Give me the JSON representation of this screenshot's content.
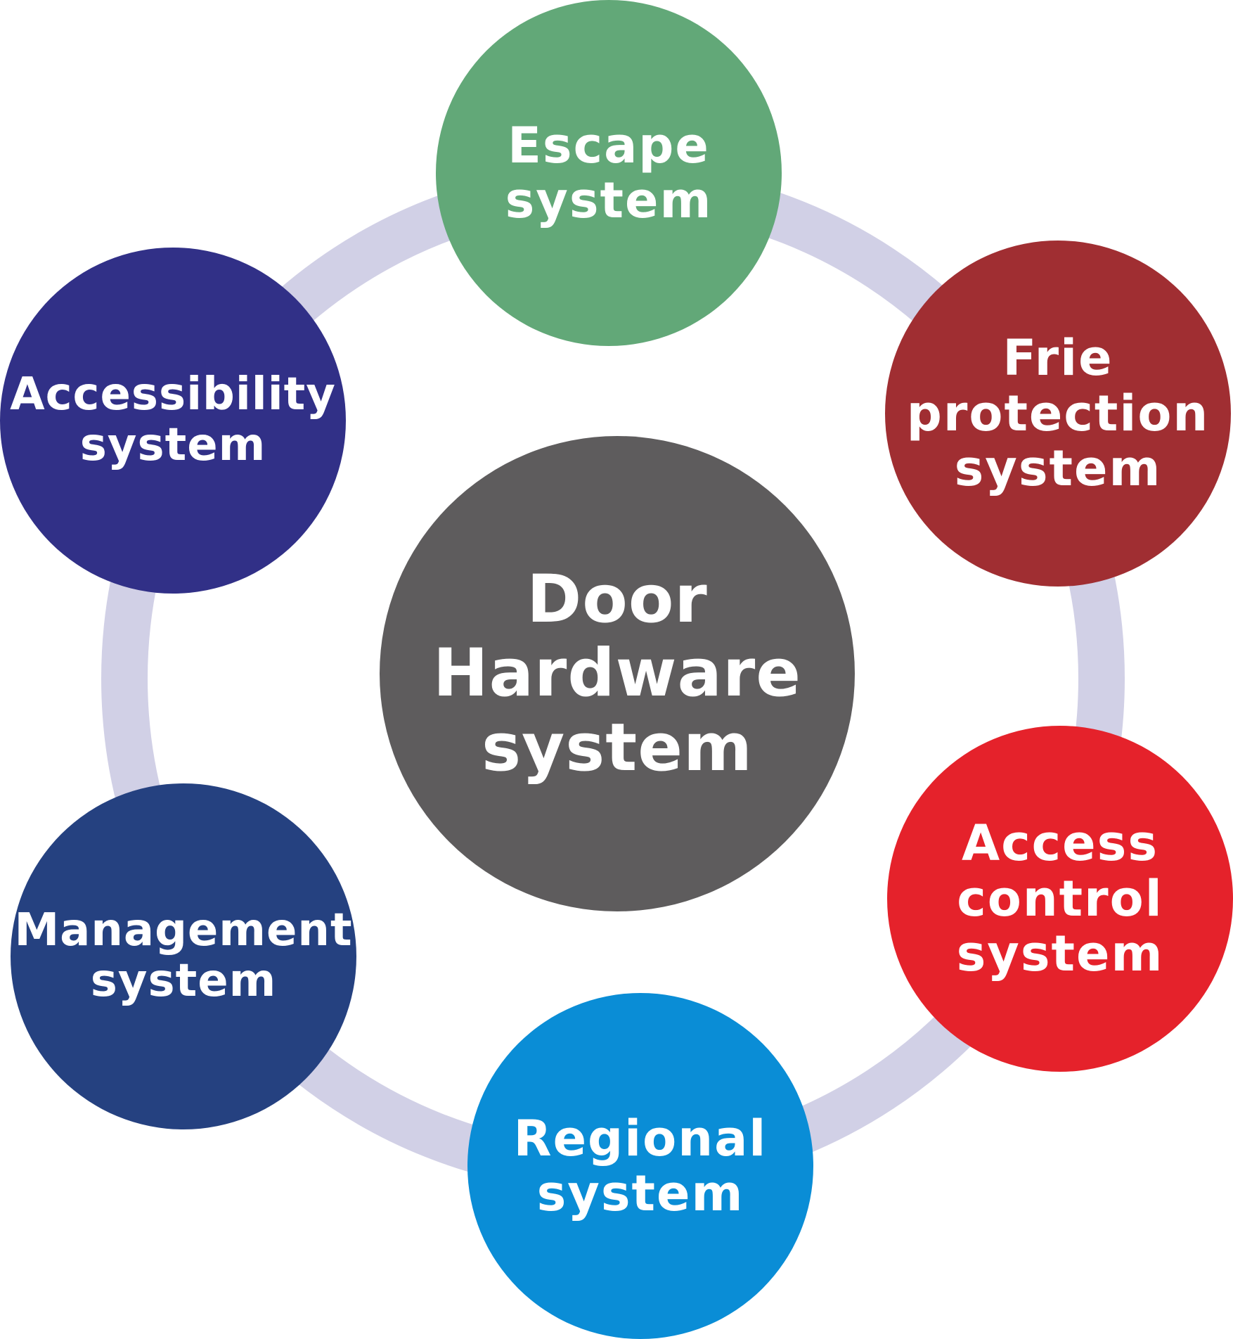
{
  "diagram": {
    "ring_color": "#d1d0e6",
    "center": {
      "lines": [
        "Door",
        "Hardware",
        "system"
      ],
      "color": "#5e5c5d"
    },
    "nodes": [
      {
        "id": "escape",
        "lines": [
          "Escape",
          "system"
        ],
        "color": "#62a878"
      },
      {
        "id": "fire-protection",
        "lines": [
          "Frie",
          "protection",
          "system"
        ],
        "color": "#a02e32"
      },
      {
        "id": "access-control",
        "lines": [
          "Access",
          "control",
          "system"
        ],
        "color": "#e5222b"
      },
      {
        "id": "regional",
        "lines": [
          "Regional",
          "system"
        ],
        "color": "#0a8dd6"
      },
      {
        "id": "management",
        "lines": [
          "Management",
          "system"
        ],
        "color": "#254180"
      },
      {
        "id": "accessibility",
        "lines": [
          "Accessibility",
          "system"
        ],
        "color": "#313087"
      }
    ]
  }
}
